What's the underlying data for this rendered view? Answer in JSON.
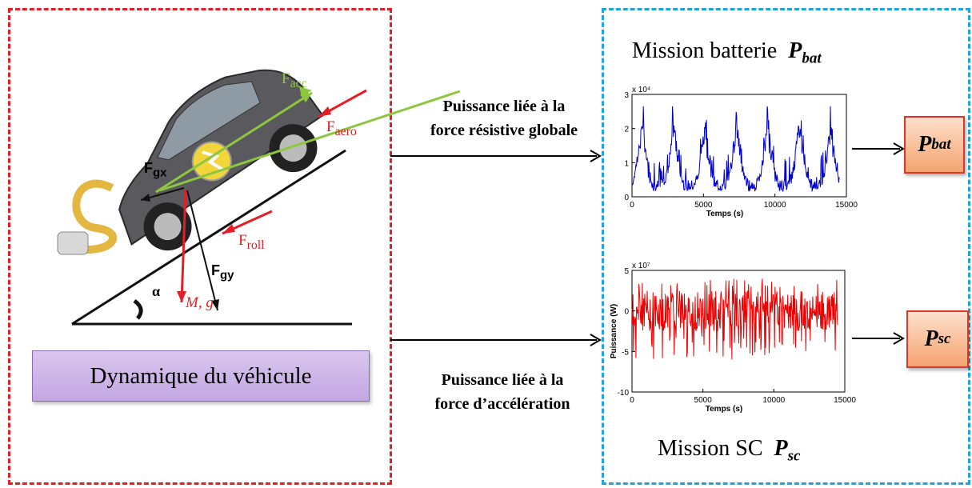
{
  "left_panel": {
    "caption": "Dynamique du véhicule",
    "forces": {
      "f_acc": "F",
      "f_acc_sub": "acc",
      "f_aero": "F",
      "f_aero_sub": "aero",
      "f_gx": "F",
      "f_gx_sub": "gx",
      "f_gy": "F",
      "f_gy_sub": "gy",
      "f_roll": "F",
      "f_roll_sub": "roll",
      "mg": "M, g",
      "alpha": "α"
    },
    "colors": {
      "acc": "#8dc63f",
      "aero": "#e31e24",
      "roll": "#e31e24",
      "gravity": "#e31e24"
    }
  },
  "arrows": {
    "top_label_line1": "Puissance liée à la",
    "top_label_line2": "force résistive globale",
    "bottom_label_line1": "Puissance liée à la",
    "bottom_label_line2": "force d’accélération"
  },
  "right_panel": {
    "top_title": "Mission batterie",
    "top_symbol": "P",
    "top_symbol_sub": "bat",
    "bottom_title": "Mission SC",
    "bottom_symbol": "P",
    "bottom_symbol_sub": "sc",
    "output_top": "P",
    "output_top_sub": "bat",
    "output_bottom": "P",
    "output_bottom_sub": "sc"
  },
  "chart_data": [
    {
      "type": "line",
      "title": "",
      "xlabel": "Temps (s)",
      "ylabel": "",
      "y_exponent": "x 10⁴",
      "xlim": [
        0,
        15000
      ],
      "ylim": [
        0,
        3
      ],
      "xticks": [
        "0",
        "5000",
        "10000",
        "15000"
      ],
      "yticks": [
        "0",
        "1",
        "2",
        "3"
      ],
      "color": "#0000cc",
      "series": [
        {
          "peaks_x": [
            700,
            2900,
            5100,
            7300,
            9500,
            11700,
            13900
          ],
          "peak_value": 2.6
        }
      ]
    },
    {
      "type": "line",
      "title": "",
      "xlabel": "Temps (s)",
      "ylabel": "Puissance (W)",
      "y_exponent": "x 10⁷",
      "xlim": [
        0,
        15000
      ],
      "ylim": [
        -10,
        5
      ],
      "xticks": [
        "0",
        "5000",
        "10000",
        "15000"
      ],
      "yticks": [
        "5",
        "0",
        "-5",
        "-10"
      ],
      "color": "#ee0000",
      "series": [
        {
          "mean": 0,
          "min": -6,
          "max": 4
        }
      ]
    }
  ]
}
